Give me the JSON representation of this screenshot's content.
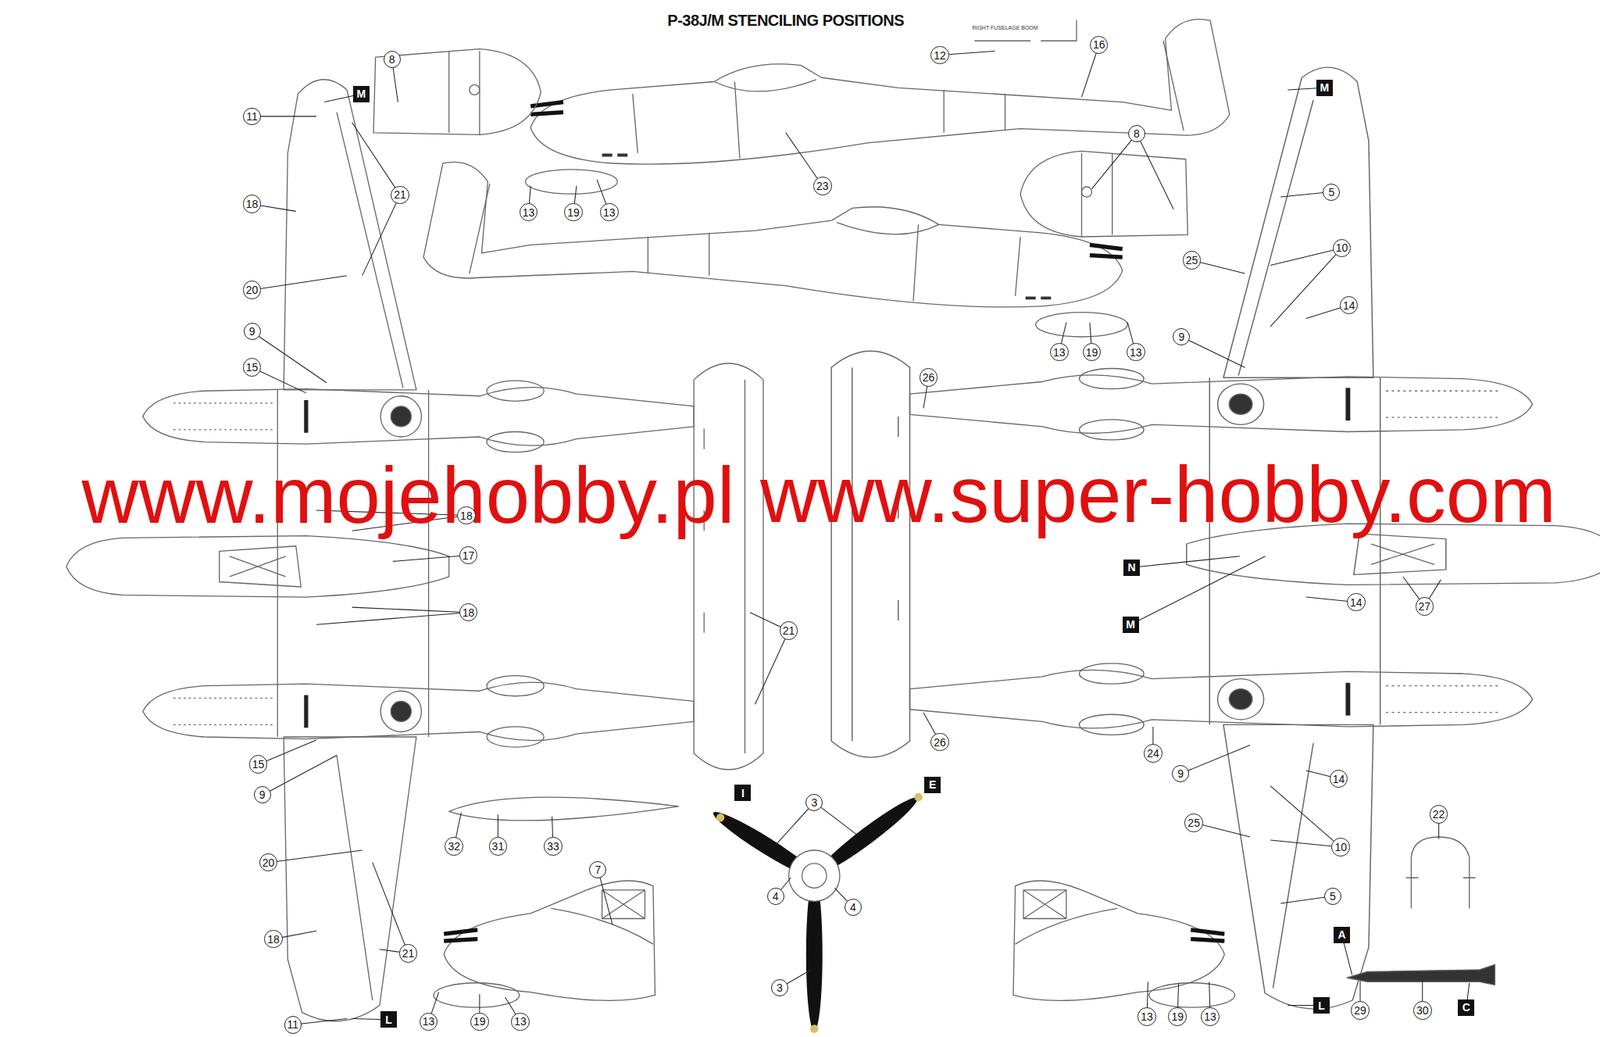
{
  "diagram": {
    "title": "P-38J/M STENCILING POSITIONS",
    "nodes": [
      {
        "text": [
          "8"
        ]
      },
      {
        "text": [
          "16"
        ]
      },
      {
        "text": [
          "12"
        ]
      },
      {
        "text": [
          "M"
        ]
      },
      {
        "text": [
          "M"
        ]
      },
      {
        "text": [
          "11"
        ]
      },
      {
        "text": [
          "8"
        ]
      },
      {
        "text": [
          "23"
        ]
      },
      {
        "text": [
          "5"
        ]
      },
      {
        "text": [
          "21"
        ]
      },
      {
        "text": [
          "18"
        ]
      },
      {
        "text": [
          "13"
        ]
      },
      {
        "text": [
          "19"
        ]
      },
      {
        "text": [
          "13"
        ]
      },
      {
        "text": [
          "10"
        ]
      },
      {
        "text": [
          "25"
        ]
      },
      {
        "text": [
          "20"
        ]
      },
      {
        "text": [
          "14"
        ]
      },
      {
        "text": [
          "9"
        ]
      },
      {
        "text": [
          "9"
        ]
      },
      {
        "text": [
          "13"
        ]
      },
      {
        "text": [
          "19"
        ]
      },
      {
        "text": [
          "13"
        ]
      },
      {
        "text": [
          "15"
        ]
      },
      {
        "text": [
          "26"
        ]
      },
      {
        "text": [
          "18"
        ]
      },
      {
        "text": [
          "17"
        ]
      },
      {
        "text": [
          "N"
        ]
      },
      {
        "text": [
          "14"
        ]
      },
      {
        "text": [
          "27"
        ]
      },
      {
        "text": [
          "18"
        ]
      },
      {
        "text": [
          "M"
        ]
      },
      {
        "text": [
          "21"
        ]
      },
      {
        "text": [
          "26"
        ]
      },
      {
        "text": [
          "24"
        ]
      },
      {
        "text": [
          "15"
        ]
      },
      {
        "text": [
          "9"
        ]
      },
      {
        "text": [
          "14"
        ]
      },
      {
        "text": [
          "E"
        ]
      },
      {
        "text": [
          "I"
        ]
      },
      {
        "text": [
          "9"
        ]
      },
      {
        "text": [
          "3"
        ]
      },
      {
        "text": [
          "22"
        ]
      },
      {
        "text": [
          "25"
        ]
      },
      {
        "text": [
          "32"
        ]
      },
      {
        "text": [
          "31"
        ]
      },
      {
        "text": [
          "33"
        ]
      },
      {
        "text": [
          "10"
        ]
      },
      {
        "text": [
          "20"
        ]
      },
      {
        "text": [
          "7"
        ]
      },
      {
        "text": [
          "4"
        ]
      },
      {
        "text": [
          "5"
        ]
      },
      {
        "text": [
          "4"
        ]
      },
      {
        "text": [
          "A"
        ]
      },
      {
        "text": [
          "18"
        ]
      },
      {
        "text": [
          "21"
        ]
      },
      {
        "text": [
          "3"
        ]
      },
      {
        "text": [
          "L"
        ]
      },
      {
        "text": [
          "C"
        ]
      },
      {
        "text": [
          "29"
        ]
      },
      {
        "text": [
          "30"
        ]
      },
      {
        "text": [
          "13"
        ]
      },
      {
        "text": [
          "19"
        ]
      },
      {
        "text": [
          "13"
        ]
      },
      {
        "text": [
          "L"
        ]
      },
      {
        "text": [
          "13"
        ]
      },
      {
        "text": [
          "19"
        ]
      },
      {
        "text": [
          "13"
        ]
      },
      {
        "text": [
          "11"
        ]
      }
    ],
    "labels": [
      "RIGHT FUSELAGE BOOM",
      "www.mojehobby.pl",
      "www.super-hobby.com"
    ]
  }
}
